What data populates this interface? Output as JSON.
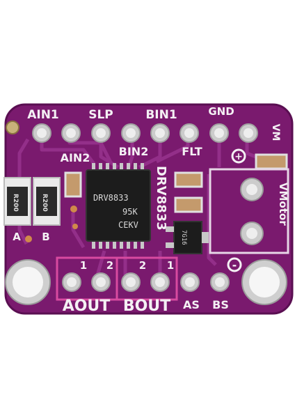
{
  "image": {
    "subject": "DRV8833 dual motor driver breakout board",
    "colors": {
      "background": "#ffffff",
      "pcb": "#7a1a6e",
      "pcb_edge": "#5a0f52",
      "trace": "#8f2c84",
      "pad_silver": "#d8d8d8",
      "ic_body": "#1c1c1c",
      "silk": "#f4f0f4"
    }
  },
  "labels": {
    "top_pins": [
      "AIN1",
      "SLP",
      "BIN1",
      "GND"
    ],
    "under_pins": [
      "AIN2",
      "BIN2",
      "FLT"
    ],
    "vm": "VM",
    "ic_name_vertical": "DRV8833",
    "chip_marking": [
      "DRV8833",
      "95K",
      "CEKV"
    ],
    "resistor_a": "R200",
    "resistor_b": "R200",
    "res_a_label": "A",
    "res_b_label": "B",
    "aout_1": "1",
    "aout_2": "2",
    "bout_2": "2",
    "bout_1": "1",
    "aout": "AOUT",
    "bout": "BOUT",
    "as": "AS",
    "bs": "BS",
    "vmotor": "VMotor",
    "plus": "+",
    "minus": "-",
    "transistor": "7G16"
  }
}
